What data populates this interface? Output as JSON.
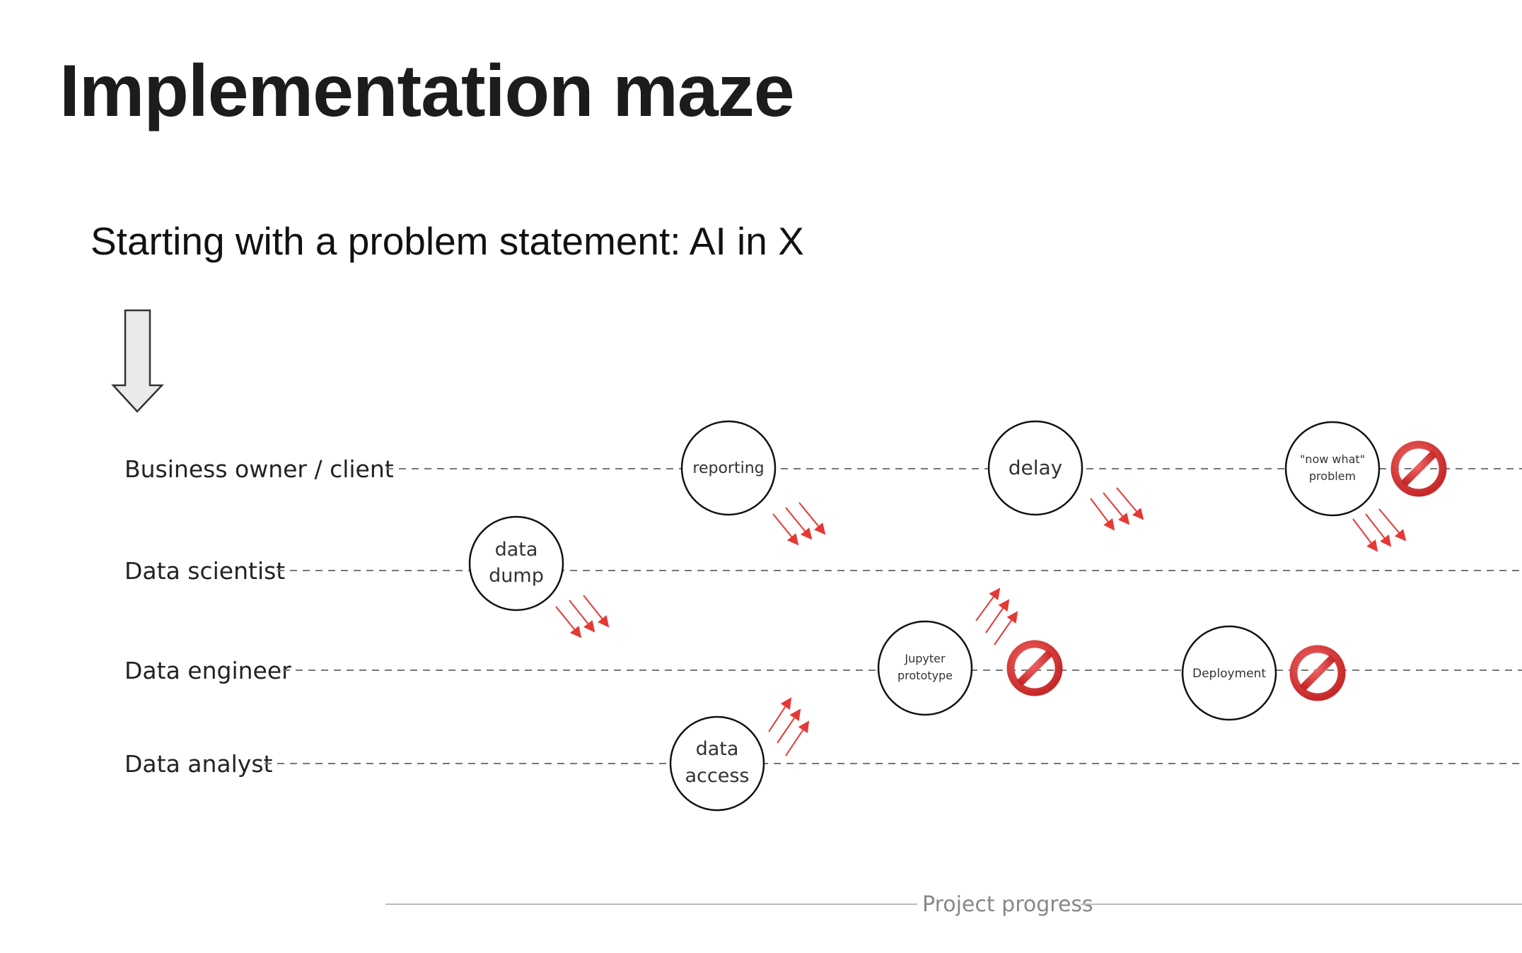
{
  "title": "Implementation maze",
  "subtitle": "Starting with a problem statement: AI in X",
  "lanes": [
    {
      "label": "Business owner / client"
    },
    {
      "label": "Data scientist"
    },
    {
      "label": "Data engineer"
    },
    {
      "label": "Data analyst"
    }
  ],
  "nodes": {
    "reporting": "reporting",
    "delay": "delay",
    "now_what_1": "\"now what\"",
    "now_what_2": "problem",
    "data_dump_1": "data",
    "data_dump_2": "dump",
    "jupyter_1": "Jupyter",
    "jupyter_2": "prototype",
    "deployment": "Deployment",
    "data_access_1": "data",
    "data_access_2": "access"
  },
  "axis_label": "Project progress",
  "colors": {
    "accent": "#e53935",
    "stop": "#e04040"
  }
}
